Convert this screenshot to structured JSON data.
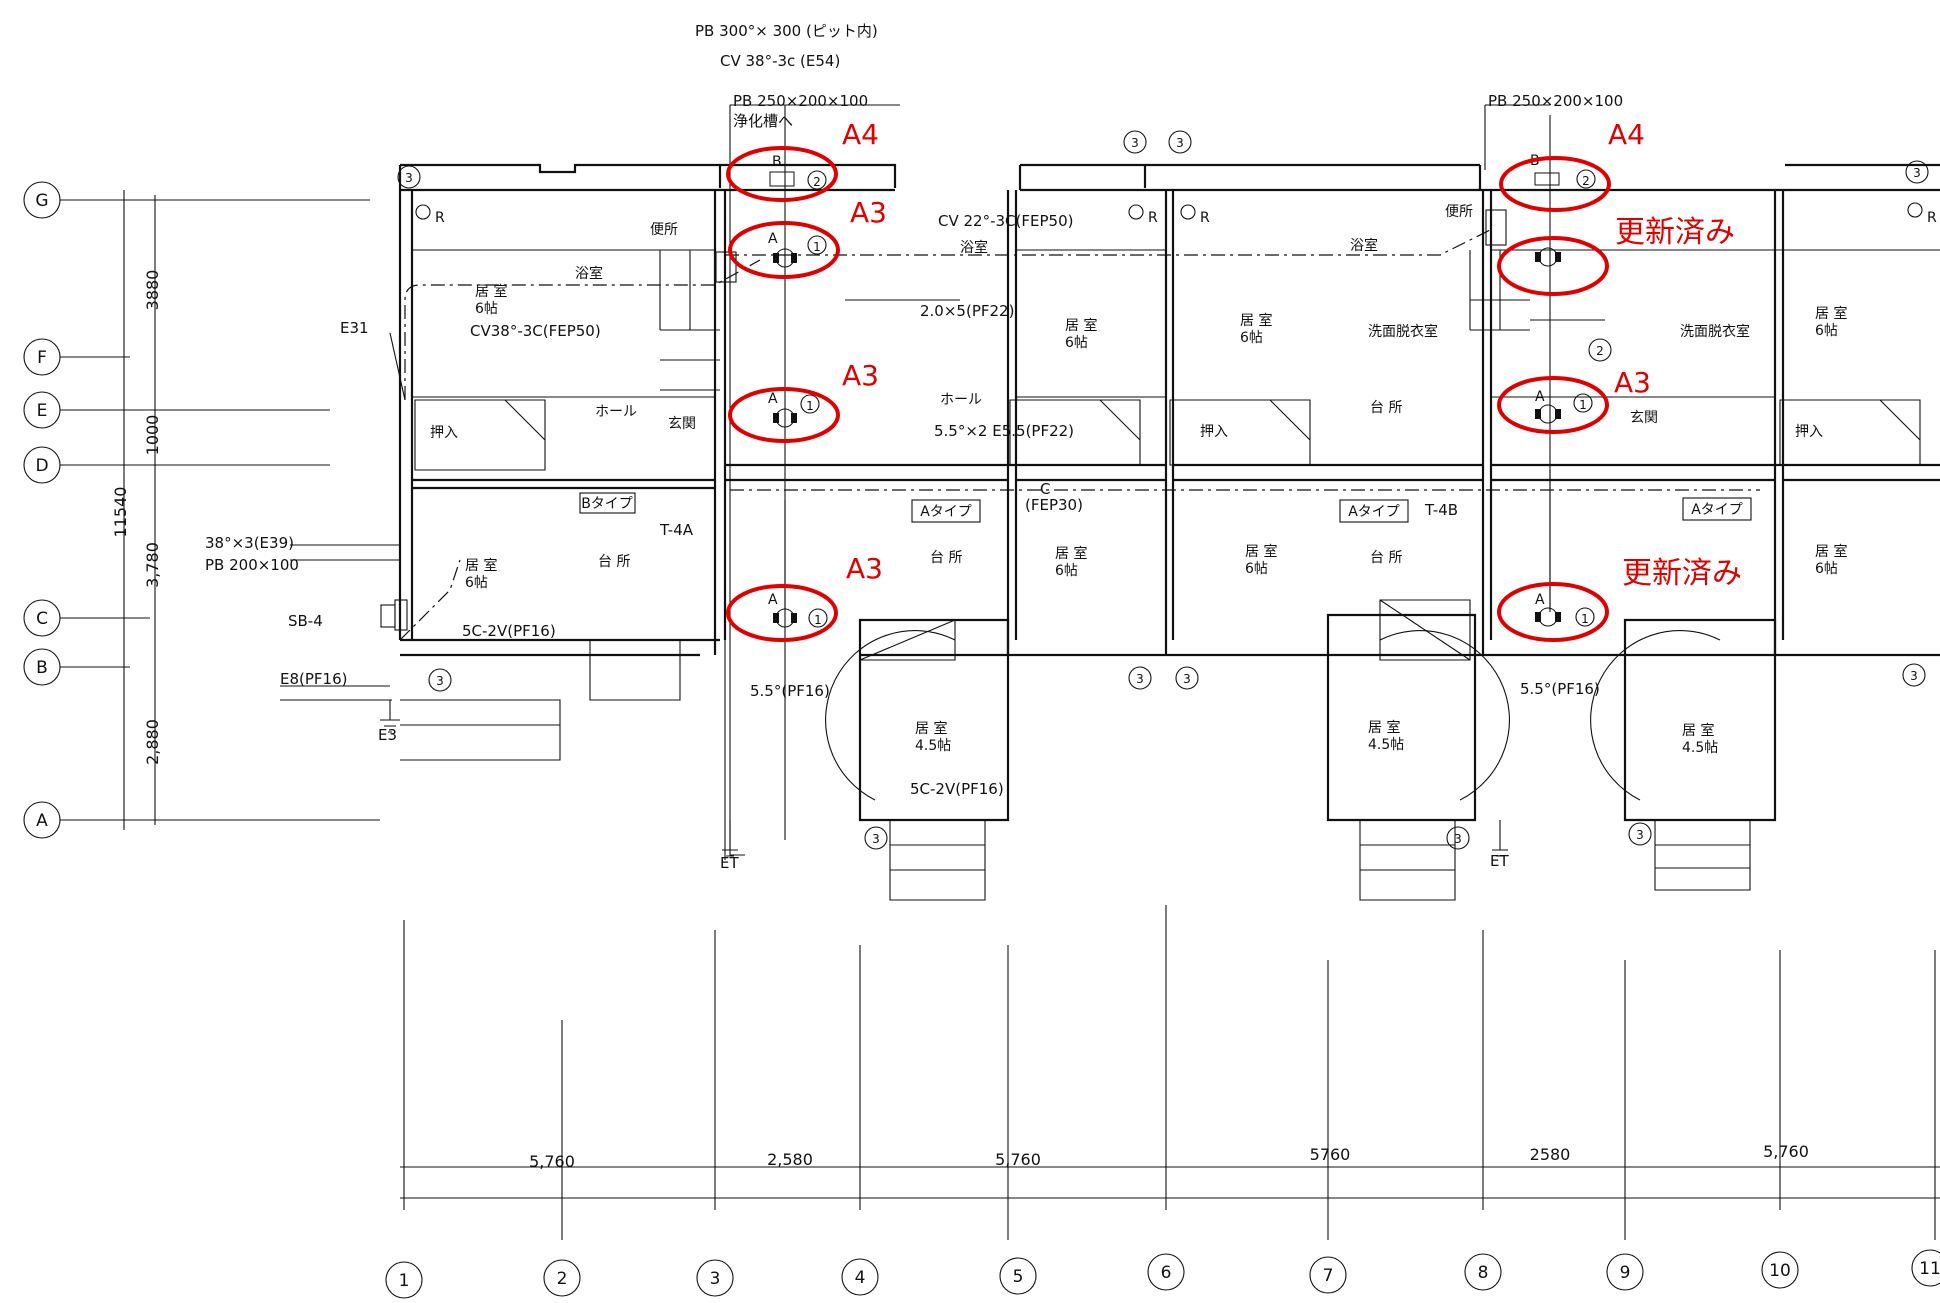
{
  "grid_rows": [
    "G",
    "F",
    "E",
    "D",
    "C",
    "B",
    "A"
  ],
  "grid_cols": [
    "1",
    "2",
    "3",
    "4",
    "5",
    "6",
    "7",
    "8",
    "9",
    "10",
    "11"
  ],
  "row_dimensions": [
    "3880",
    "1000",
    "3,780",
    "2,880"
  ],
  "total_dimension": "11540",
  "col_dimensions": [
    "5,760",
    "2,580",
    "5,760",
    "5760",
    "2580",
    "5,760"
  ],
  "cable_notes": {
    "pb_top": "PB 300°× 300 (ピット内)",
    "cv_top": "CV 38°-3c (E54)",
    "pb_250_left": "PB 250×200×100",
    "jouka": "浄化槽へ",
    "pb_250_right": "PB 250×200×100",
    "cv22": "CV 22°-3C(FEP50)",
    "cv38": "CV38°-3C(FEP50)",
    "e31": "E31",
    "cable_2": "2.0×5(PF22)",
    "cable_55_e55": "5.5°×2 E5.5(PF22)",
    "fep30": "(FEP30)",
    "cable_38x3": "38°×3(E39)",
    "pb_200": "PB 200×100",
    "sb4": "SB-4",
    "e8": "E8(PF16)",
    "e3": "E3",
    "cable_5c_left": "5C-2V(PF16)",
    "cable_5c_mid": "5C-2V(PF16)",
    "cable_55_pf16_left": "5.5°(PF16)",
    "cable_55_pf16_right": "5.5°(PF16)",
    "et_left": "ET",
    "et_right": "ET",
    "t4a": "T-4A",
    "t4b": "T-4B",
    "c_label": "C"
  },
  "rooms": {
    "b_type": "Bタイプ",
    "a_type_1": "Aタイプ",
    "a_type_2": "Aタイプ",
    "a_type_3": "Aタイプ",
    "hall": "ホール",
    "oshiire": "押入",
    "kyoshitsu_6": "居 室\n6帖",
    "kyoshitsu_45": "居 室\n4.5帖",
    "daidokoro": "台 所",
    "yokushitsu": "浴室",
    "senmen": "洗面脱衣室",
    "genkan": "玄関",
    "benjo": "便所",
    "hall2": "ホール"
  },
  "fixture_labels": {
    "A": "A",
    "B": "B",
    "one": "1",
    "two": "2",
    "three": "3",
    "R": "R"
  },
  "annotations": {
    "left_a4": "A4",
    "left_a3_1": "A3",
    "left_a3_2": "A3",
    "left_a3_3": "A3",
    "right_a4": "A4",
    "right_koushin_1": "更新済み",
    "right_a3": "A3",
    "right_koushin_2": "更新済み"
  },
  "colors": {
    "markup": "#e00000",
    "ink": "#111111"
  }
}
